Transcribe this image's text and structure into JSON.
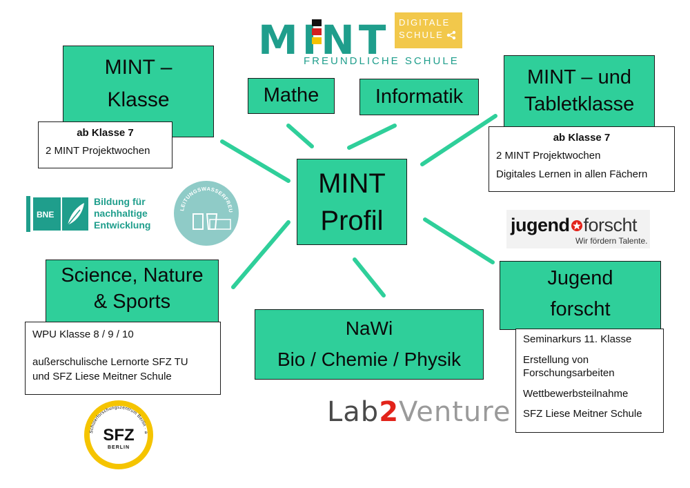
{
  "header": {
    "logo_mint": "MINT",
    "logo_freundliche": "FREUNDLICHE SCHULE",
    "badge_line1": "DIGITALE",
    "badge_line2": "SCHULE"
  },
  "center": {
    "line1": "MINT",
    "line2": "Profil"
  },
  "boxes": {
    "mint_klasse": {
      "line1": "MINT –",
      "line2": "Klasse"
    },
    "mathe": "Mathe",
    "informatik": "Informatik",
    "tablet": {
      "line1": "MINT – und",
      "line2": "Tabletklasse"
    },
    "science": {
      "line1": "Science, Nature",
      "line2": "& Sports"
    },
    "nawi": {
      "line1": "NaWi",
      "line2": "Bio / Chemie / Physik"
    },
    "jugend": {
      "line1": "Jugend",
      "line2": "forscht"
    }
  },
  "notes": {
    "mint_klasse": {
      "title": "ab Klasse 7",
      "items": [
        "2 MINT Projektwochen"
      ]
    },
    "tablet": {
      "title": "ab Klasse 7",
      "items": [
        "2 MINT Projektwochen",
        "Digitales Lernen in allen Fächern"
      ]
    },
    "science": {
      "items": [
        "WPU Klasse 8 / 9 / 10",
        "außerschulische Lernorte SFZ TU",
        "und SFZ Liese Meitner Schule"
      ]
    },
    "jugend": {
      "items": [
        "Seminarkurs 11. Klasse",
        "Erstellung von",
        "Forschungsarbeiten",
        "Wettbewerbsteilnahme",
        "SFZ Liese Meitner Schule"
      ]
    }
  },
  "logos": {
    "bne": {
      "abbr": "BNE",
      "line1": "Bildung für",
      "line2": "nachhaltige",
      "line3": "Entwicklung"
    },
    "leitungswasser": "LEITUNGSWASSERFREUNDLICH",
    "jugend_forscht": {
      "word1": "jugend",
      "word2": "forscht",
      "slogan": "Wir fördern Talente."
    },
    "lab2venture": {
      "part1": "Lab",
      "part2": "2",
      "part3": "Venture"
    },
    "sfz": {
      "ring": "Schülerforschungszentrum Berlin · an der Lise-Meitner-Schule",
      "mark": "SFZ",
      "city": "BERLIN"
    }
  },
  "colors": {
    "green": "#2fcf9a",
    "teal": "#1f9e8c",
    "badge": "#f2c84b",
    "jf_red": "#e2231a"
  }
}
